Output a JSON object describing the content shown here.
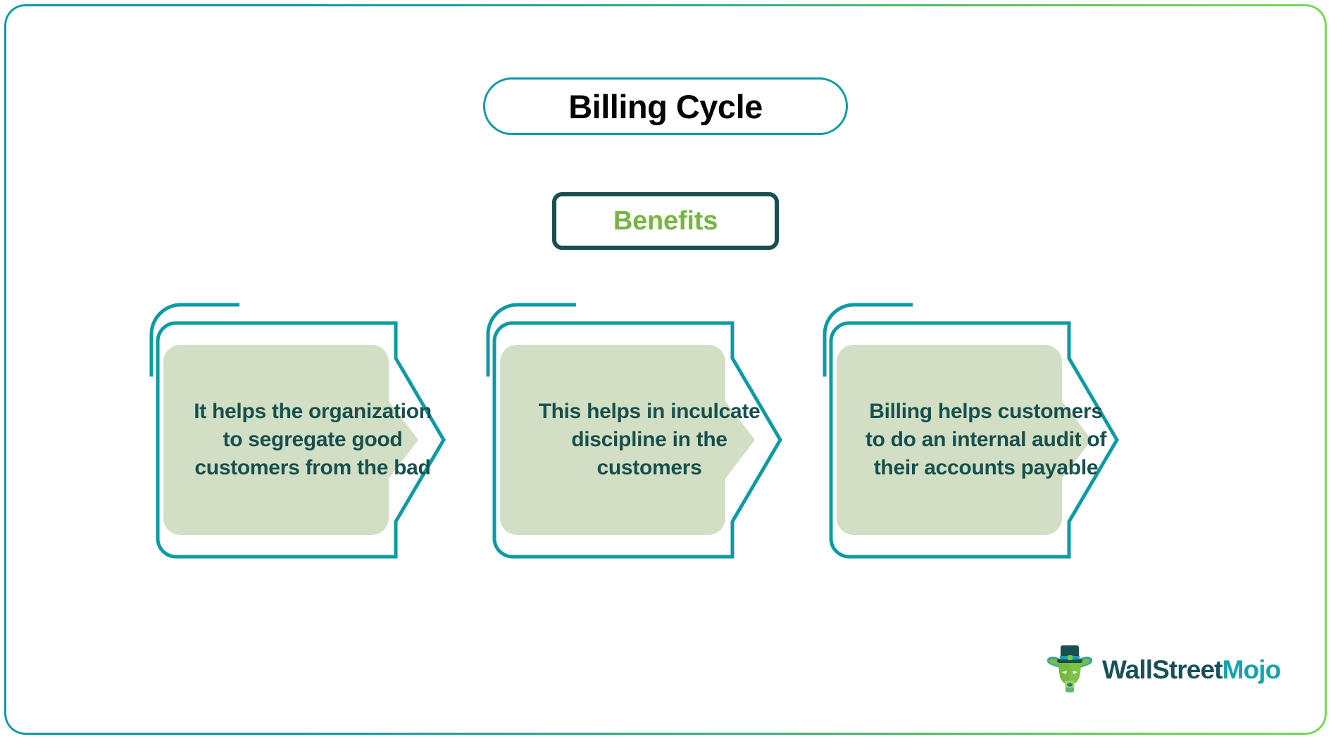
{
  "page": {
    "background_color": "#FFFFFF",
    "frame": {
      "name": "gradient-rounded-border",
      "gradient_from": "#0D9AA4",
      "gradient_to": "#76D757"
    }
  },
  "header": {
    "title": "Billing Cycle",
    "title_color": "#050505",
    "title_border_color": "#0D9AA4"
  },
  "subheader": {
    "label": "Benefits",
    "label_color": "#78B542",
    "border_color": "#17504E"
  },
  "cards": [
    {
      "text": "It helps the organization to segregate good customers from the bad",
      "fill_color": "#D2DFC4",
      "outline_color": "#0D9AA4",
      "text_color": "#17504E"
    },
    {
      "text": "This helps in inculcate discipline in the customers",
      "fill_color": "#D2DFC4",
      "outline_color": "#0D9AA4",
      "text_color": "#17504E"
    },
    {
      "text": "Billing helps customers to do an internal audit of their accounts payable",
      "fill_color": "#D2DFC4",
      "outline_color": "#0D9AA4",
      "text_color": "#17504E"
    }
  ],
  "logo": {
    "mark_name": "wallstreetmojo-bull-icon",
    "word_primary": "WallStreet",
    "word_accent": "Mojo",
    "primary_color": "#1B5058",
    "accent_color": "#13A3AE"
  }
}
